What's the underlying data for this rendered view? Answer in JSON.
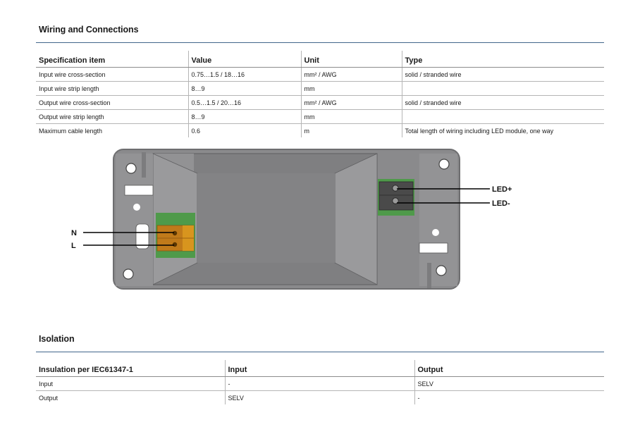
{
  "wiring": {
    "title": "Wiring and Connections",
    "headers": [
      "Specification item",
      "Value",
      "Unit",
      "Type"
    ],
    "rows": [
      [
        "Input wire cross-section",
        "0.75…1.5 / 18…16",
        "mm² / AWG",
        "solid / stranded wire"
      ],
      [
        "Input wire strip length",
        "8…9",
        "mm",
        ""
      ],
      [
        "Output wire cross-section",
        "0.5…1.5 / 20…16",
        "mm² / AWG",
        "solid / stranded wire"
      ],
      [
        "Output wire strip length",
        "8…9",
        "mm",
        ""
      ],
      [
        "Maximum cable length",
        "0.6",
        "m",
        "Total length of wiring including LED module, one way"
      ]
    ]
  },
  "diagram": {
    "labels": {
      "neutral": "N",
      "line": "L",
      "led_plus": "LED+",
      "led_minus": "LED-"
    },
    "colors": {
      "housing": "#8a8a8c",
      "housing_edge": "#6e6e70",
      "input_terminal": "#c07a1a",
      "terminal_base": "#4f9a4a",
      "output_terminal": "#4a4a4a"
    }
  },
  "isolation": {
    "title": "Isolation",
    "headers": [
      "Insulation per IEC61347-1",
      "Input",
      "Output"
    ],
    "rows": [
      [
        "Input",
        "-",
        "SELV"
      ],
      [
        "Output",
        "SELV",
        "-"
      ]
    ]
  }
}
